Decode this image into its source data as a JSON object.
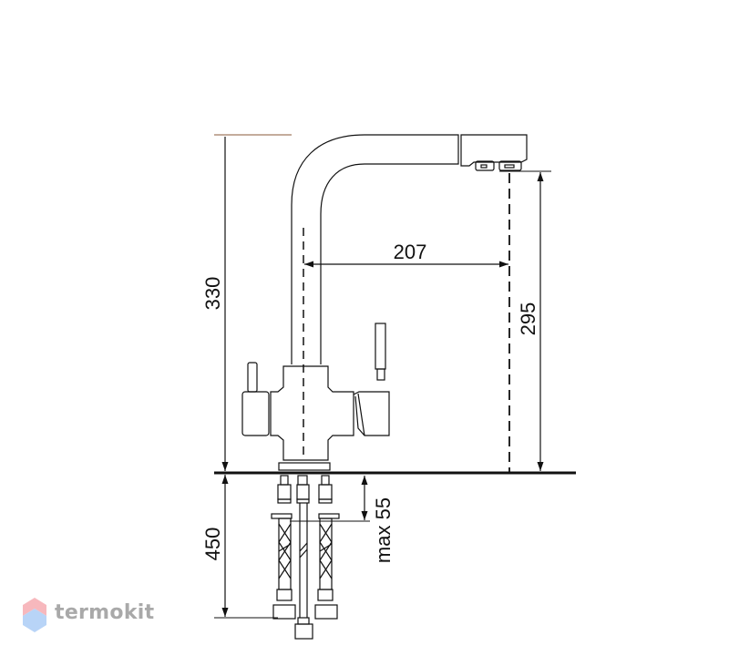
{
  "drawing": {
    "dimensions": {
      "total_height": "330",
      "spout_height": "295",
      "spout_reach": "207",
      "hose_length": "450",
      "max_counter_thickness": "max 55"
    },
    "colors": {
      "line": "#111111",
      "top_extension": "#8a5a3a"
    }
  },
  "watermark": {
    "text": "termokit",
    "colors": {
      "top": "#f7b8bd",
      "bottom": "#b8d4f7",
      "text": "#a9a9a9"
    }
  }
}
